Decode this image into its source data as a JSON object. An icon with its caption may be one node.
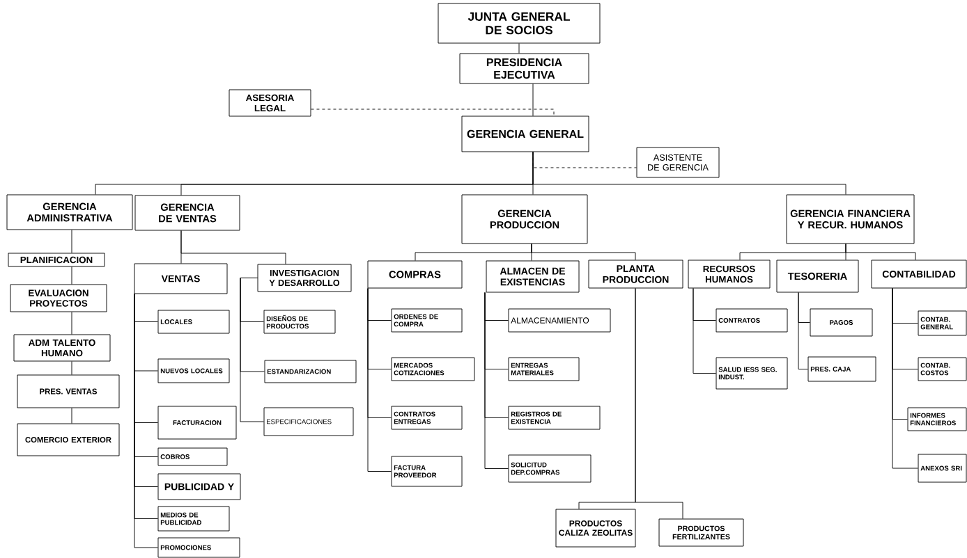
{
  "diagram": {
    "nodes": [
      {
        "text": [
          "JUNTA GENERAL DE SOCIOS"
        ]
      },
      {
        "text": [
          "PRESIDENCIA EJECUTIVA"
        ]
      },
      {
        "text": [
          "ASESORIA LEGAL"
        ]
      },
      {
        "text": [
          "GERENCIA GENERAL"
        ]
      },
      {
        "text": [
          "ASISTENTE DE GERENCIA"
        ]
      },
      {
        "text": [
          "GERENCIA ADMINISTRATIVA"
        ]
      },
      {
        "text": [
          "GERENCIA DE VENTAS"
        ]
      },
      {
        "text": [
          "GERENCIA PRODUCCION"
        ]
      },
      {
        "text": [
          "GERENCIA FINANCIERA Y RECUR. HUMANOS"
        ]
      },
      {
        "text": [
          "PLANIFICACION"
        ]
      },
      {
        "text": [
          "EVALUACION PROYECTOS"
        ]
      },
      {
        "text": [
          "ADM TALENTO HUMANO"
        ]
      },
      {
        "text": [
          "PRES. VENTAS"
        ]
      },
      {
        "text": [
          "COMERCIO EXTERIOR"
        ]
      },
      {
        "text": [
          "VENTAS"
        ]
      },
      {
        "text": [
          "INVESTIGACION Y DESARROLLO"
        ]
      },
      {
        "text": [
          "LOCALES"
        ]
      },
      {
        "text": [
          "NUEVOS LOCALES"
        ]
      },
      {
        "text": [
          "FACTURACION"
        ]
      },
      {
        "text": [
          "COBROS"
        ]
      },
      {
        "text": [
          "PUBLICIDAD Y"
        ]
      },
      {
        "text": [
          "MEDIOS DE PUBLICIDAD"
        ]
      },
      {
        "text": [
          "PROMOCIONES"
        ]
      },
      {
        "text": [
          "DISEÑOS DE PRODUCTOS"
        ]
      },
      {
        "text": [
          "ESTANDARIZACION"
        ]
      },
      {
        "text": [
          "ESPECIFICACIONES"
        ]
      },
      {
        "text": [
          "COMPRAS"
        ]
      },
      {
        "text": [
          "ALMACEN DE EXISTENCIAS"
        ]
      },
      {
        "text": [
          "PLANTA PRODUCCION"
        ]
      },
      {
        "text": [
          "ORDENES DE COMPRA"
        ]
      },
      {
        "text": [
          "MERCADOS COTIZACIONES"
        ]
      },
      {
        "text": [
          "CONTRATOS ENTREGAS"
        ]
      },
      {
        "text": [
          "FACTURA PROVEEDOR"
        ]
      },
      {
        "text": [
          "ALMACENAMIENTO"
        ]
      },
      {
        "text": [
          "ENTREGAS MATERIALES"
        ]
      },
      {
        "text": [
          "REGISTROS DE EXISTENCIA"
        ]
      },
      {
        "text": [
          "SOLICITUD DEP.COMPRAS"
        ]
      },
      {
        "text": [
          "PRODUCTOS CALIZA ZEOLITAS"
        ]
      },
      {
        "text": [
          "PRODUCTOS FERTILIZANTES"
        ]
      },
      {
        "text": [
          "RECURSOS HUMANOS"
        ]
      },
      {
        "text": [
          "TESORERIA"
        ]
      },
      {
        "text": [
          "CONTABILIDAD"
        ]
      },
      {
        "text": [
          "CONTRATOS"
        ]
      },
      {
        "text": [
          "SALUD IESS SEG. INDUST."
        ]
      },
      {
        "text": [
          "PAGOS"
        ]
      },
      {
        "text": [
          "PRES. CAJA"
        ]
      },
      {
        "text": [
          "CONTAB. GENERAL"
        ]
      },
      {
        "text": [
          "CONTAB. COSTOS"
        ]
      },
      {
        "text": [
          "INFORMES FINANCIEROS"
        ]
      },
      {
        "text": [
          "ANEXOS SRI"
        ]
      }
    ],
    "edges": [
      {
        "from": 0,
        "to": 1,
        "arrow": "none"
      },
      {
        "from": 1,
        "to": 3,
        "arrow": "none"
      },
      {
        "from": 2,
        "to": 3,
        "arrow": "none",
        "style": "dashed"
      },
      {
        "from": 3,
        "to": 4,
        "arrow": "none",
        "style": "dashed"
      },
      {
        "from": 3,
        "to": 5,
        "arrow": "none"
      },
      {
        "from": 3,
        "to": 6,
        "arrow": "none"
      },
      {
        "from": 3,
        "to": 7,
        "arrow": "none"
      },
      {
        "from": 3,
        "to": 8,
        "arrow": "none"
      },
      {
        "from": 5,
        "to": 9,
        "arrow": "none"
      },
      {
        "from": 9,
        "to": 10,
        "arrow": "none"
      },
      {
        "from": 10,
        "to": 11,
        "arrow": "none"
      },
      {
        "from": 11,
        "to": 12,
        "arrow": "none"
      },
      {
        "from": 12,
        "to": 13,
        "arrow": "none"
      },
      {
        "from": 6,
        "to": 14,
        "arrow": "none"
      },
      {
        "from": 6,
        "to": 15,
        "arrow": "none"
      },
      {
        "from": 14,
        "to": 16,
        "arrow": "none"
      },
      {
        "from": 14,
        "to": 17,
        "arrow": "none"
      },
      {
        "from": 14,
        "to": 18,
        "arrow": "none"
      },
      {
        "from": 14,
        "to": 19,
        "arrow": "none"
      },
      {
        "from": 14,
        "to": 20,
        "arrow": "none"
      },
      {
        "from": 14,
        "to": 21,
        "arrow": "none"
      },
      {
        "from": 14,
        "to": 22,
        "arrow": "none"
      },
      {
        "from": 15,
        "to": 23,
        "arrow": "none"
      },
      {
        "from": 15,
        "to": 24,
        "arrow": "none"
      },
      {
        "from": 15,
        "to": 25,
        "arrow": "none"
      },
      {
        "from": 7,
        "to": 26,
        "arrow": "none"
      },
      {
        "from": 7,
        "to": 27,
        "arrow": "none"
      },
      {
        "from": 7,
        "to": 28,
        "arrow": "none"
      },
      {
        "from": 26,
        "to": 29,
        "arrow": "none"
      },
      {
        "from": 26,
        "to": 30,
        "arrow": "none"
      },
      {
        "from": 26,
        "to": 31,
        "arrow": "none"
      },
      {
        "from": 26,
        "to": 32,
        "arrow": "none"
      },
      {
        "from": 27,
        "to": 33,
        "arrow": "none"
      },
      {
        "from": 27,
        "to": 34,
        "arrow": "none"
      },
      {
        "from": 27,
        "to": 35,
        "arrow": "none"
      },
      {
        "from": 27,
        "to": 36,
        "arrow": "none"
      },
      {
        "from": 28,
        "to": 37,
        "arrow": "none"
      },
      {
        "from": 28,
        "to": 38,
        "arrow": "none"
      },
      {
        "from": 8,
        "to": 39,
        "arrow": "none"
      },
      {
        "from": 8,
        "to": 40,
        "arrow": "none"
      },
      {
        "from": 8,
        "to": 41,
        "arrow": "none"
      },
      {
        "from": 39,
        "to": 42,
        "arrow": "none"
      },
      {
        "from": 39,
        "to": 43,
        "arrow": "none"
      },
      {
        "from": 40,
        "to": 44,
        "arrow": "none"
      },
      {
        "from": 40,
        "to": 45,
        "arrow": "none"
      },
      {
        "from": 41,
        "to": 46,
        "arrow": "none"
      },
      {
        "from": 41,
        "to": 47,
        "arrow": "none"
      },
      {
        "from": 41,
        "to": 48,
        "arrow": "none"
      },
      {
        "from": 41,
        "to": 49,
        "arrow": "none"
      }
    ]
  }
}
